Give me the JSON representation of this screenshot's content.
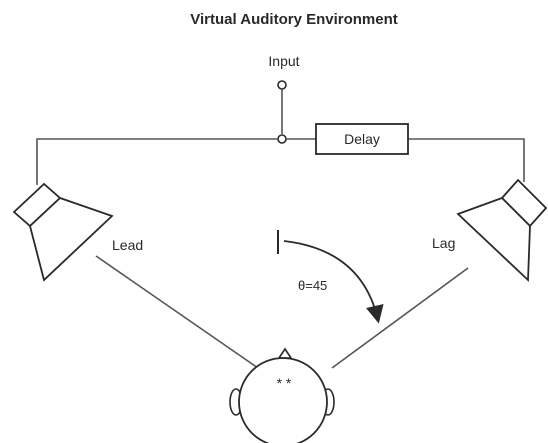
{
  "diagram": {
    "title": "Virtual Auditory Environment",
    "input_label": "Input",
    "delay_label": "Delay",
    "lead_label": "Lead",
    "lag_label": "Lag",
    "angle_label": "θ=45",
    "head_marks": "* *"
  },
  "colors": {
    "ink": "#2a2a2a",
    "wire": "#555555",
    "background": "#ffffff"
  }
}
